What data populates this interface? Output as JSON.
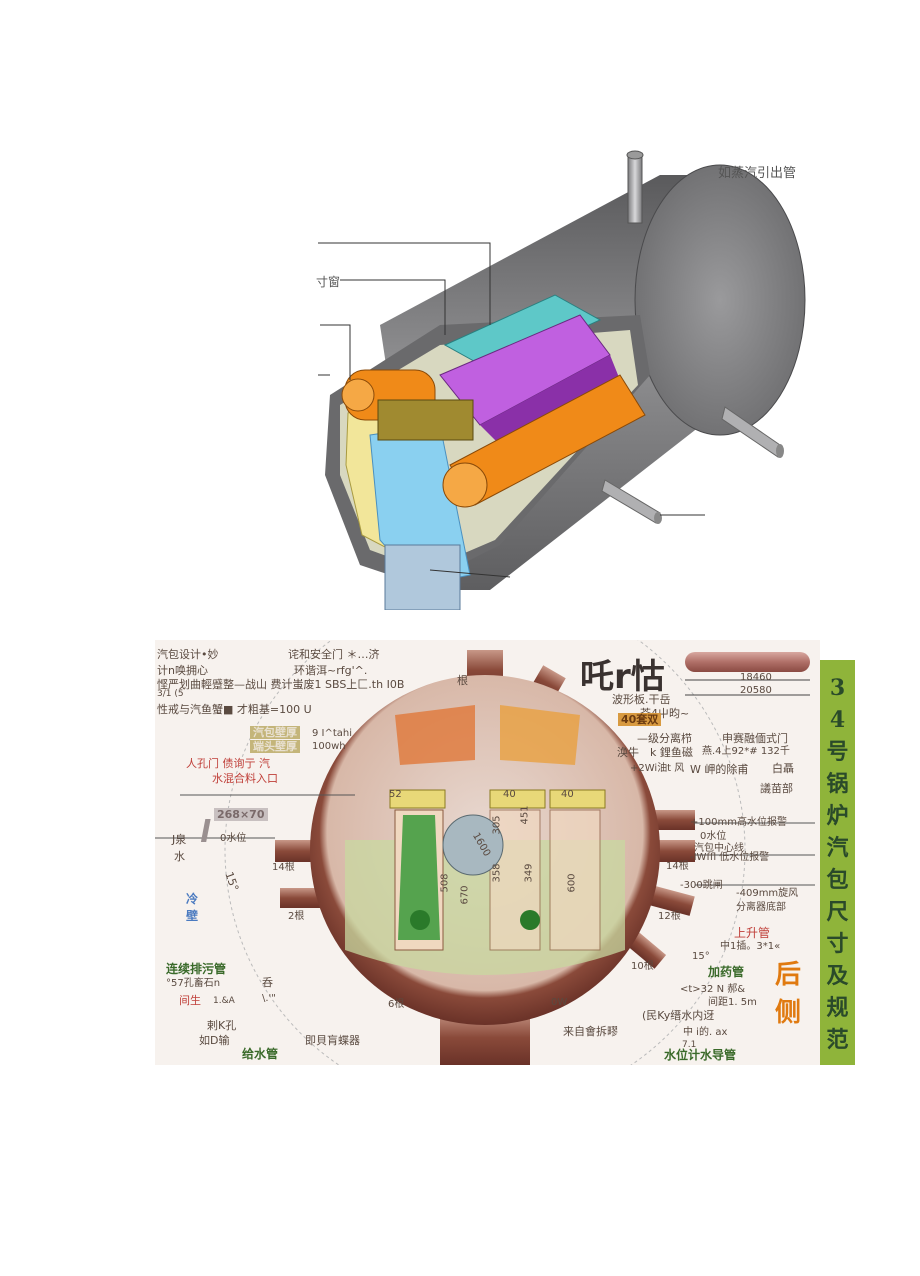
{
  "figure1": {
    "label_steam_pipe": "如蒸汽引出管",
    "label_small": "寸窗"
  },
  "figure2": {
    "top_left": {
      "l1a": "汽包设计•妙",
      "l1b": "诧和安全门 ＊…济",
      "l2a": "计n唤拥心",
      "l2b": "环谐洱~rfg'^.",
      "l3": "悭严划曲輕蹙整—战山 费计蚩废1 SBS上匚.th I0B",
      "l4": "3/1 (5",
      "l5": "性戒与汽鱼蟹■ 才粗基=100 U"
    },
    "wall_labels": {
      "drum_wall": "汽包壁厚",
      "drum_wall_val": "9 I^tahi",
      "head_wall": "端头壁厚",
      "head_wall_val": "100wh",
      "manhole": "人孔门 债询亍 汽",
      "mixture": "水混合料入口",
      "dim_268": "268×70",
      "quan": "J泉",
      "shui": "水",
      "l_glyph": "l",
      "angle_15_left": "15°",
      "cold": "冷",
      "wall": "壁",
      "blowdown": "连续排污管",
      "blowdown_sub": "°57孔畜石n",
      "blowdown_sub2": "呑",
      "spacing": "间生",
      "spacing_val": "1.&A",
      "spacing_sub": "\\.'\"",
      "hole": "剌K孔",
      "input": "如D输",
      "feed_pipe": "给水管",
      "regular": "即貝肓蝶器"
    },
    "cut_labels": {
      "ring_top": "根",
      "big_title": "吒r怙",
      "tail1": "波形板.干岳",
      "tail2": "苍4屮昀~",
      "forty_sets": "40套双",
      "sep1": "—级分离栉",
      "sep2": "申赛融偭式门",
      "sep3": "涣牛",
      "sep4": "k 鋰鱼磁",
      "sep5": "燕.4上92*# 132千",
      "sep6": "+2Wi油t 风",
      "sep7": "W 岬的除甫",
      "sep8": "白聶",
      "sep9": "議苗部",
      "dim_18460": "18460",
      "dim_20580": "20580"
    },
    "inner_labels": {
      "n52": "52",
      "n40a": "40",
      "n40b": "40",
      "d1600": "1600",
      "d305": "305",
      "d451": "451",
      "d508": "508",
      "d670": "670",
      "d358": "358",
      "d349": "349",
      "d600": "600",
      "zero_left": "0水位",
      "n14_left": "14根",
      "n2_left": "2根",
      "n6_left": "6根",
      "n0w": "0W",
      "n10_right": "10根",
      "n12_right": "12根",
      "n14_right": "14根"
    },
    "right_labels": {
      "high_alarm": "+100mm高水位报警",
      "zero_right": "0水位",
      "centerline": "汽包中心线",
      "low_alarm": "-IWffl 低水位报警",
      "low300": "-300跳闸",
      "cyclone1": "-409mm旋风",
      "cyclone2": "分离器底部",
      "riser": "上升管",
      "riser_sub": "中1插。3*1«",
      "angle_15_right": "15°",
      "chem_pipe": "加药管",
      "chem_sub": "<t>32 N 郝&",
      "chem_spacing": "间距1. 5m",
      "from_pipe": "来自會拆疁",
      "drain": "(民Ky缙水内迓",
      "drain_sub": "中 i的. ax",
      "drain_sub2": "7.1",
      "level_pipe": "水位计水导管",
      "rear": "后",
      "side": "侧"
    },
    "vertical_banner": [
      "3",
      "4",
      "号",
      "锅",
      "炉",
      "汽",
      "包",
      "尺",
      "寸",
      "及",
      "规",
      "范"
    ]
  },
  "colors": {
    "shell_grey": "#7e7e80",
    "cyclone_orange": "#f08a18",
    "separator_purple": "#b848d0",
    "top_cyan": "#5ec8c8",
    "water_blue": "#8ad0f0",
    "drum_brown": "#8a4a3a",
    "banner_green": "#8fb43a"
  }
}
